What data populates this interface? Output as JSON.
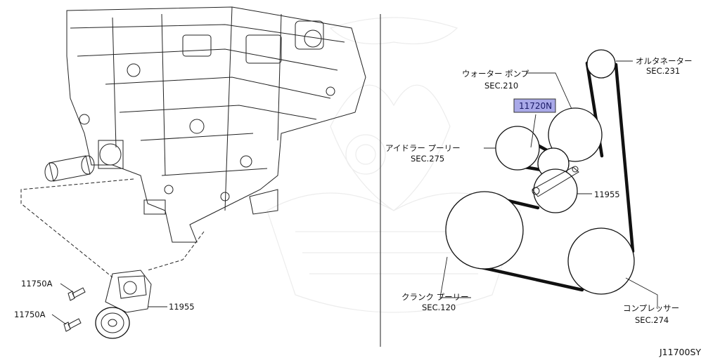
{
  "diagram_id": "J11700SY",
  "engine_parts": {
    "bolt_a": "11750A",
    "bolt_b": "11750A",
    "tensioner": "11955"
  },
  "belt_parts": {
    "callout_highlight": "11720N",
    "tensioner": "11955"
  },
  "pulleys": {
    "alternator": {
      "name": "オルタネーター",
      "sec": "SEC.231"
    },
    "water_pump": {
      "name": "ウォーター ポンプ",
      "sec": "SEC.210"
    },
    "idler": {
      "name": "アイドラー プーリー",
      "sec": "SEC.275"
    },
    "crank": {
      "name": "クランク プーリー",
      "sec": "SEC.120"
    },
    "compressor": {
      "name": "コンプレッサー",
      "sec": "SEC.274"
    }
  },
  "colors": {
    "highlight": "#a9a9e8",
    "line": "#111111",
    "watermark": "#ececec"
  }
}
